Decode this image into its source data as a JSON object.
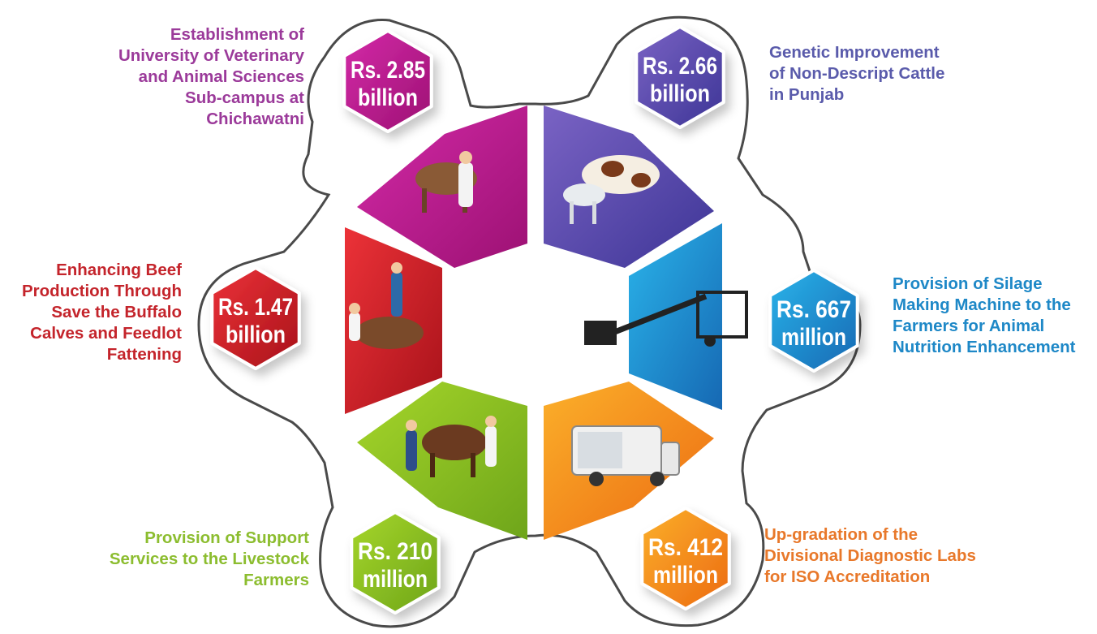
{
  "initiatives": [
    {
      "id": "uvas",
      "amount": "Rs. 2.85",
      "unit": "billion",
      "lines": [
        "Establishment of",
        "University of Veterinary",
        "and Animal Sciences",
        "Sub-campus at",
        "Chichawatni"
      ],
      "color": "#9b3a9a",
      "badge_color": "#c51a9c",
      "panel_color": "#b3157f",
      "illustration": "vet-with-cow-icon"
    },
    {
      "id": "genetic",
      "amount": "Rs. 2.66",
      "unit": "billion",
      "lines": [
        "Genetic Improvement",
        "of Non-Descript Cattle",
        "in Punjab"
      ],
      "color": "#5a5bab",
      "badge_color": "#6a5aba",
      "panel_color": "#5b4aa8",
      "illustration": "cow-and-goat-icon"
    },
    {
      "id": "silage",
      "amount": "Rs. 667",
      "unit": "million",
      "lines": [
        "Provision of Silage",
        "Making Machine to the",
        "Farmers for Animal",
        "Nutrition Enhancement"
      ],
      "color": "#1e88c7",
      "badge_color": "#2196d3",
      "panel_color": "#1a83c8",
      "illustration": "silage-machine-icon"
    },
    {
      "id": "labs",
      "amount": "Rs. 412",
      "unit": "million",
      "lines": [
        "Up-gradation of the",
        "Divisional Diagnostic Labs",
        "for ISO Accreditation"
      ],
      "color": "#e8782a",
      "badge_color": "#f28a1c",
      "panel_color": "#f07c18",
      "illustration": "mobile-lab-van-icon"
    },
    {
      "id": "support",
      "amount": "Rs. 210",
      "unit": "million",
      "lines": [
        "Provision of Support",
        "Services to the Livestock",
        "Farmers"
      ],
      "color": "#8cbd2f",
      "badge_color": "#92c31f",
      "panel_color": "#8dc21f",
      "illustration": "farmers-with-cow-icon"
    },
    {
      "id": "beef",
      "amount": "Rs. 1.47",
      "unit": "billion",
      "lines": [
        "Enhancing Beef",
        "Production Through",
        "Save the Buffalo",
        "Calves and Feedlot",
        "Fattening"
      ],
      "color": "#c4242b",
      "badge_color": "#d9262c",
      "panel_color": "#c8191f",
      "illustration": "buffalo-calf-care-icon"
    }
  ]
}
